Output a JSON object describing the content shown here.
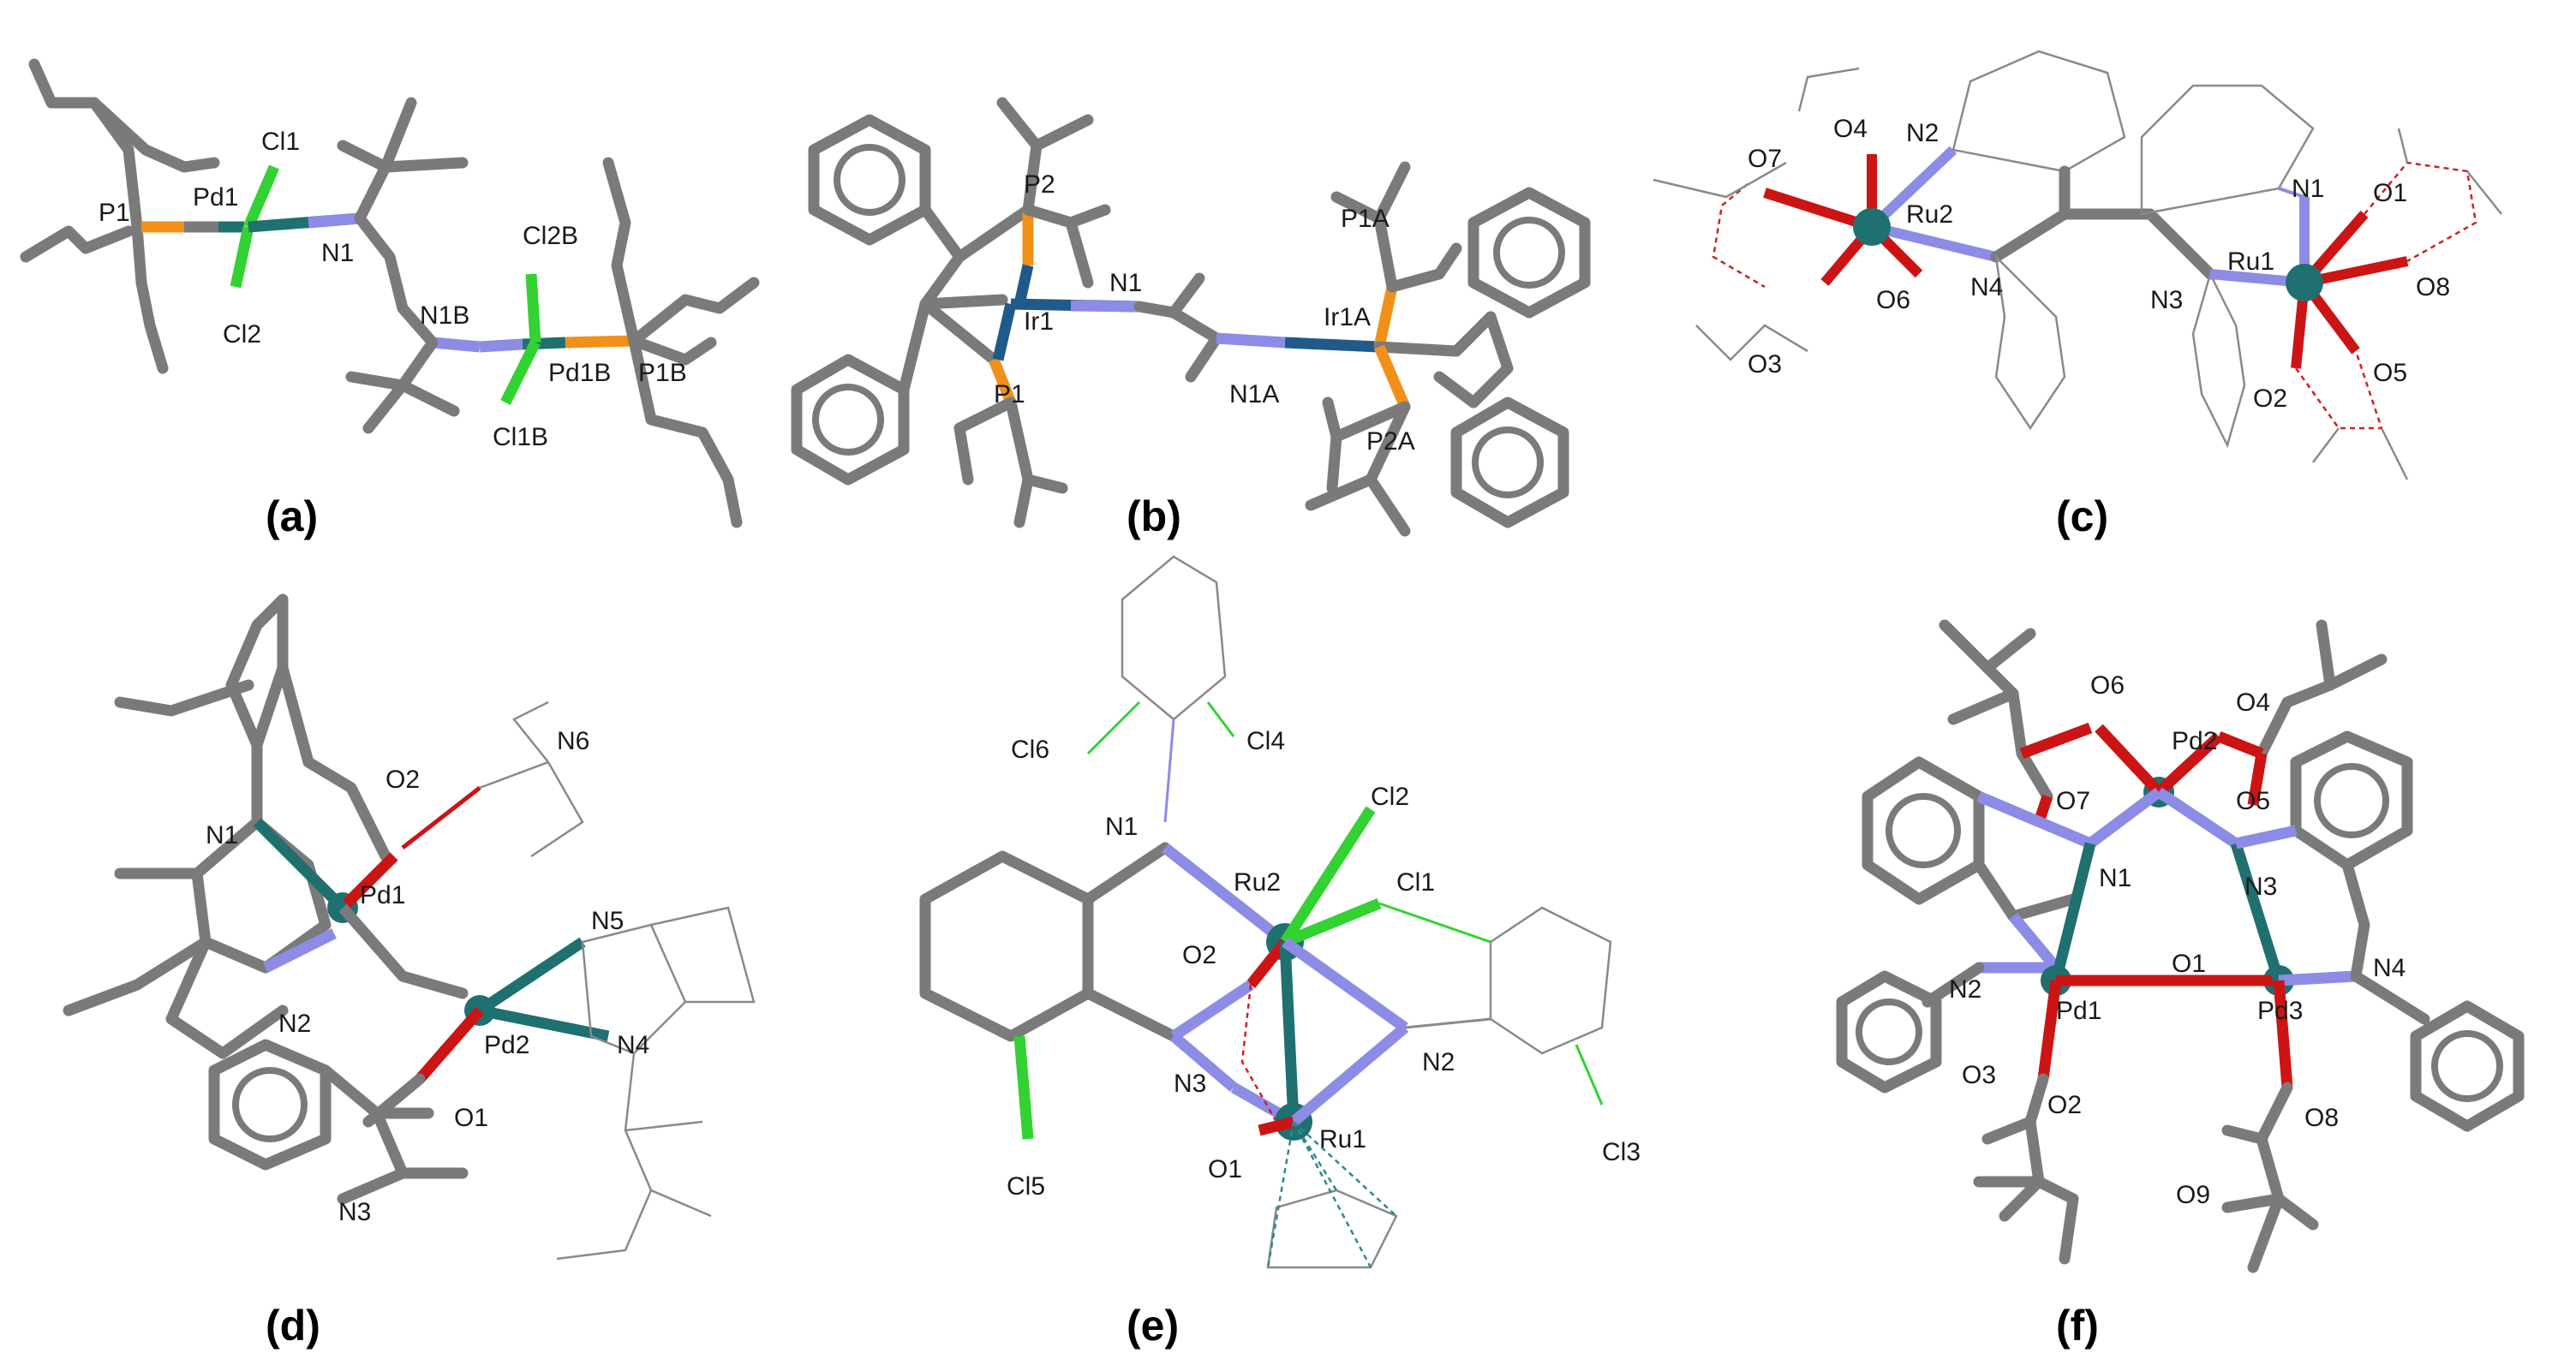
{
  "colors": {
    "carbon": "#7a7a7a",
    "metal": "#1f7070",
    "phosphorus": "#f0901a",
    "nitrogen": "#8c8ce6",
    "oxygen": "#cc1414",
    "chlorine": "#32d232"
  },
  "panels": [
    {
      "id": "a",
      "label": "(a)",
      "atoms": [
        "P1",
        "Pd1",
        "Cl1",
        "N1",
        "Cl2",
        "N1B",
        "Cl2B",
        "Pd1B",
        "P1B",
        "Cl1B"
      ]
    },
    {
      "id": "b",
      "label": "(b)",
      "atoms": [
        "P2",
        "N1",
        "Ir1",
        "P1",
        "P1A",
        "Ir1A",
        "N1A",
        "P2A"
      ]
    },
    {
      "id": "c",
      "label": "(c)",
      "atoms": [
        "O7",
        "O4",
        "N2",
        "Ru2",
        "O6",
        "N4",
        "O3",
        "N1",
        "O1",
        "Ru1",
        "O8",
        "N3",
        "O2",
        "O5"
      ]
    },
    {
      "id": "d",
      "label": "(d)",
      "atoms": [
        "N6",
        "O2",
        "N1",
        "Pd1",
        "N5",
        "N2",
        "Pd2",
        "N4",
        "O1",
        "N3"
      ]
    },
    {
      "id": "e",
      "label": "(e)",
      "atoms": [
        "Cl6",
        "Cl4",
        "Cl2",
        "N1",
        "Ru2",
        "Cl1",
        "O2",
        "N3",
        "N2",
        "Ru1",
        "O1",
        "Cl5",
        "Cl3"
      ]
    },
    {
      "id": "f",
      "label": "(f)",
      "atoms": [
        "O6",
        "O4",
        "Pd2",
        "O7",
        "O5",
        "N1",
        "N3",
        "N2",
        "O1",
        "Pd1",
        "Pd3",
        "N4",
        "O3",
        "O2",
        "O8",
        "O9"
      ]
    }
  ]
}
